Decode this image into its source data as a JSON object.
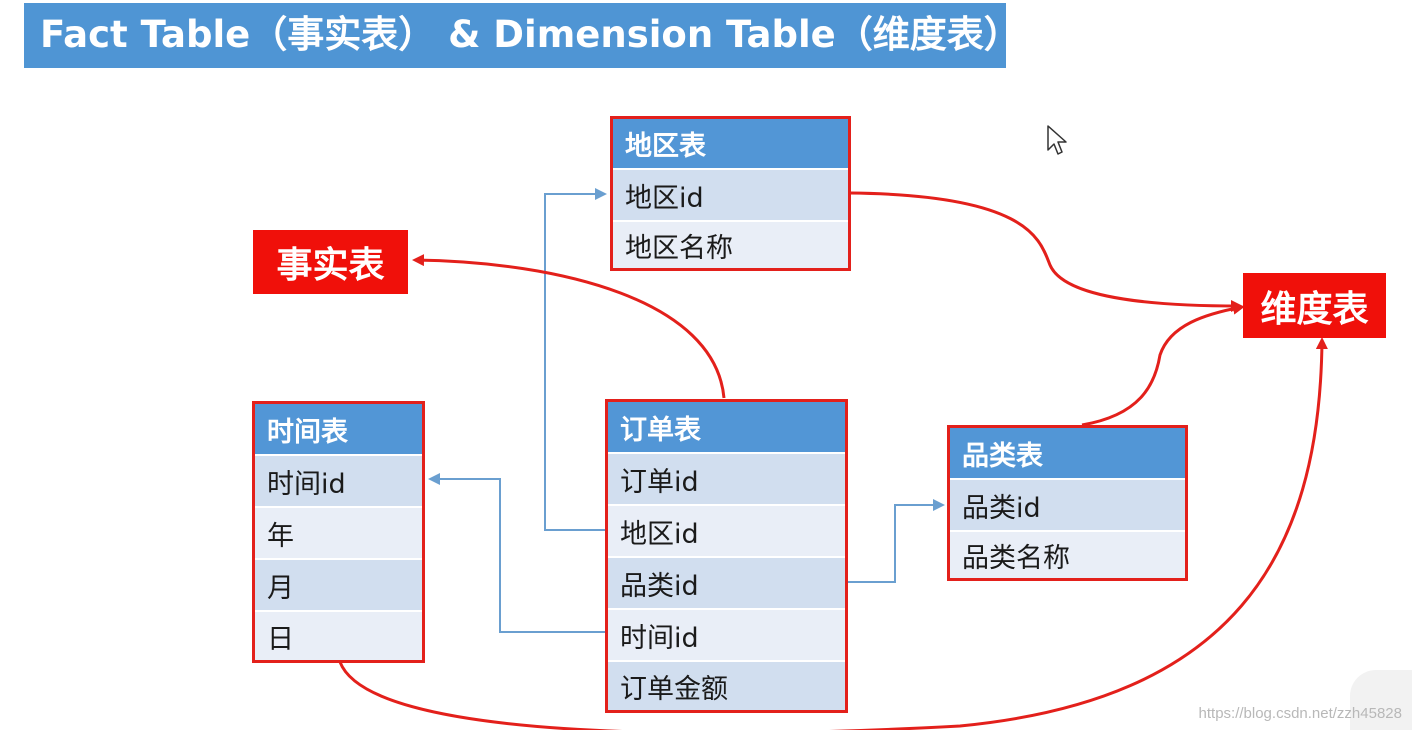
{
  "title": "Fact Table（事实表） & Dimension Table（维度表）",
  "labels": {
    "fact": "事实表",
    "dimension": "维度表"
  },
  "tables": {
    "region": {
      "name": "地区表",
      "fields": [
        "地区id",
        "地区名称"
      ]
    },
    "time": {
      "name": "时间表",
      "fields": [
        "时间id",
        "年",
        "月",
        "日"
      ]
    },
    "order": {
      "name": "订单表",
      "fields": [
        "订单id",
        "地区id",
        "品类id",
        "时间id",
        "订单金额"
      ]
    },
    "category": {
      "name": "品类表",
      "fields": [
        "品类id",
        "品类名称"
      ]
    }
  },
  "watermark": "https://blog.csdn.net/zzh45828",
  "colors": {
    "title_bar": "#4f95d4",
    "table_header": "#5296d6",
    "highlight_red": "#e3201b",
    "relation_blue": "#6a9fd0"
  }
}
